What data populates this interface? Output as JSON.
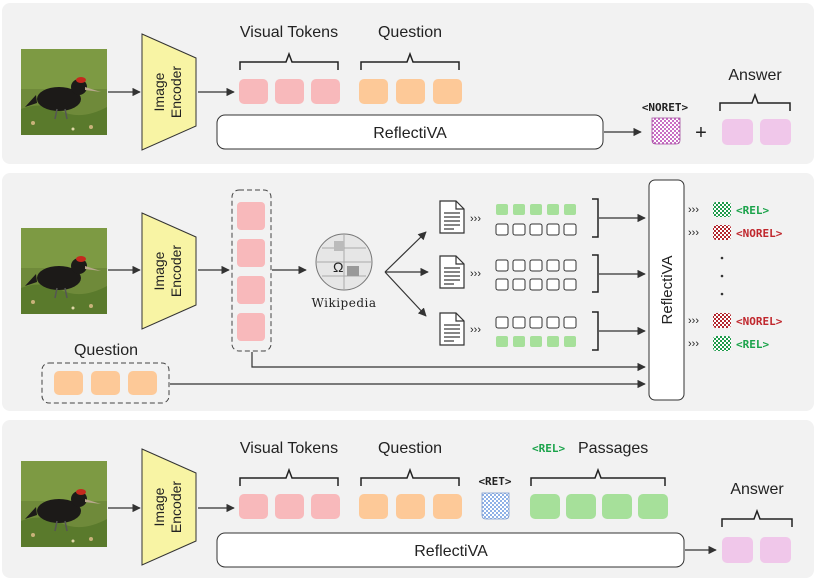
{
  "panel1": {
    "encoder_label_1": "Image",
    "encoder_label_2": "Encoder",
    "visual_tokens_label": "Visual Tokens",
    "question_label": "Question",
    "model_label": "ReflectiVA",
    "noret_token": "<NORET>",
    "plus": "+",
    "answer_label": "Answer"
  },
  "panel2": {
    "encoder_label_1": "Image",
    "encoder_label_2": "Encoder",
    "wikipedia_label": "Wikipedia",
    "question_label": "Question",
    "model_label": "ReflectiVA",
    "outputs": [
      {
        "token": "<REL>",
        "color": "#1aa34a"
      },
      {
        "token": "<NOREL>",
        "color": "#c0272d"
      },
      {
        "token": "<NOREL>",
        "color": "#c0272d"
      },
      {
        "token": "<REL>",
        "color": "#1aa34a"
      }
    ]
  },
  "panel3": {
    "encoder_label_1": "Image",
    "encoder_label_2": "Encoder",
    "visual_tokens_label": "Visual Tokens",
    "question_label": "Question",
    "ret_token": "<RET>",
    "rel_token": "<REL>",
    "passages_label": "Passages",
    "model_label": "ReflectiVA",
    "answer_label": "Answer"
  },
  "colors": {
    "panel_bg": "#f2f2f2",
    "encoder_fill": "#f8f4a4",
    "visual_token": "#f8b9bb",
    "question_token": "#fdc998",
    "answer_token": "#f0c7ea",
    "passage_token": "#a6e09a",
    "noret_checker": "#c86fc4",
    "ret_checker": "#9dbbe9",
    "rel_checker": "#1e9a4a",
    "norel_checker": "#b3262d"
  }
}
